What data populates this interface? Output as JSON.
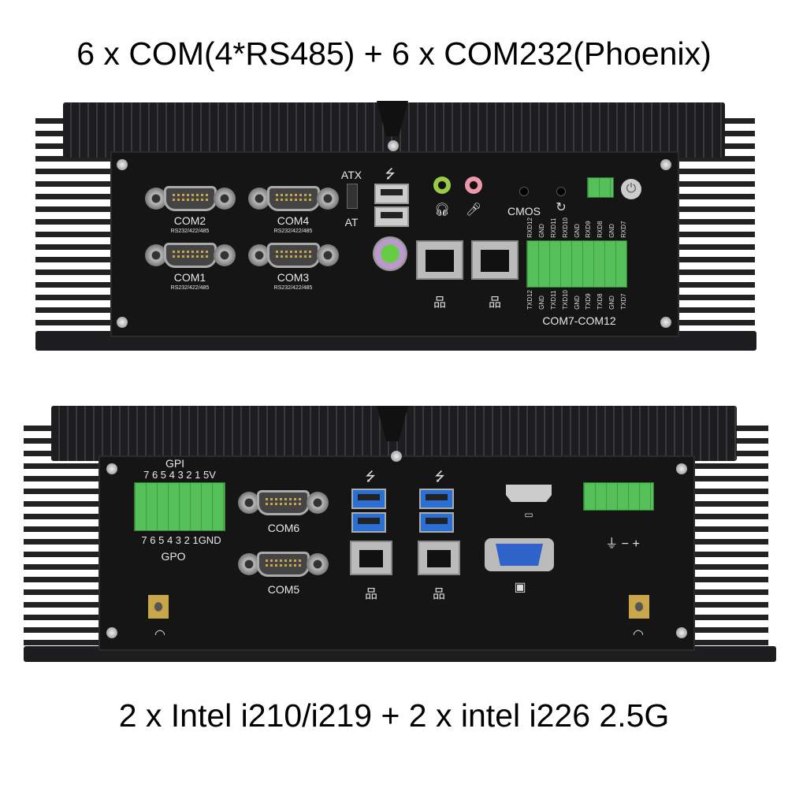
{
  "top_caption": "6 x COM(4*RS485) + 6 x COM232(Phoenix)",
  "bottom_caption": "2 x Intel i210/i219 + 2 x intel i226 2.5G",
  "front_panel": {
    "com2": "COM2",
    "com4": "COM4",
    "com1": "COM1",
    "com3": "COM3",
    "com_sub": "RS232/422/485",
    "atx": "ATX",
    "at": "AT",
    "cmos": "CMOS",
    "rx_pins": [
      "RXD12",
      "GND",
      "RXD11",
      "RXD10",
      "GND",
      "RXD9",
      "RXD8",
      "GND",
      "RXD7"
    ],
    "tx_pins": [
      "TXD12",
      "GND",
      "TXD11",
      "TXD10",
      "GND",
      "TXD9",
      "TXD8",
      "GND",
      "TXD7"
    ],
    "terminal_label": "COM7-COM12"
  },
  "rear_panel": {
    "gpi": "GPI",
    "gpi_pins": "7 6 5 4 3 2 1 5V",
    "gpo_pins": "7 6 5 4 3 2 1GND",
    "gpo": "GPO",
    "com6": "COM6",
    "com5": "COM5",
    "power_symbols": "⏚ − +"
  },
  "colors": {
    "body": "#1d1d1f",
    "terminal": "#4cb050",
    "usb3": "#2a6fd4",
    "vga": "#2f63c9"
  }
}
